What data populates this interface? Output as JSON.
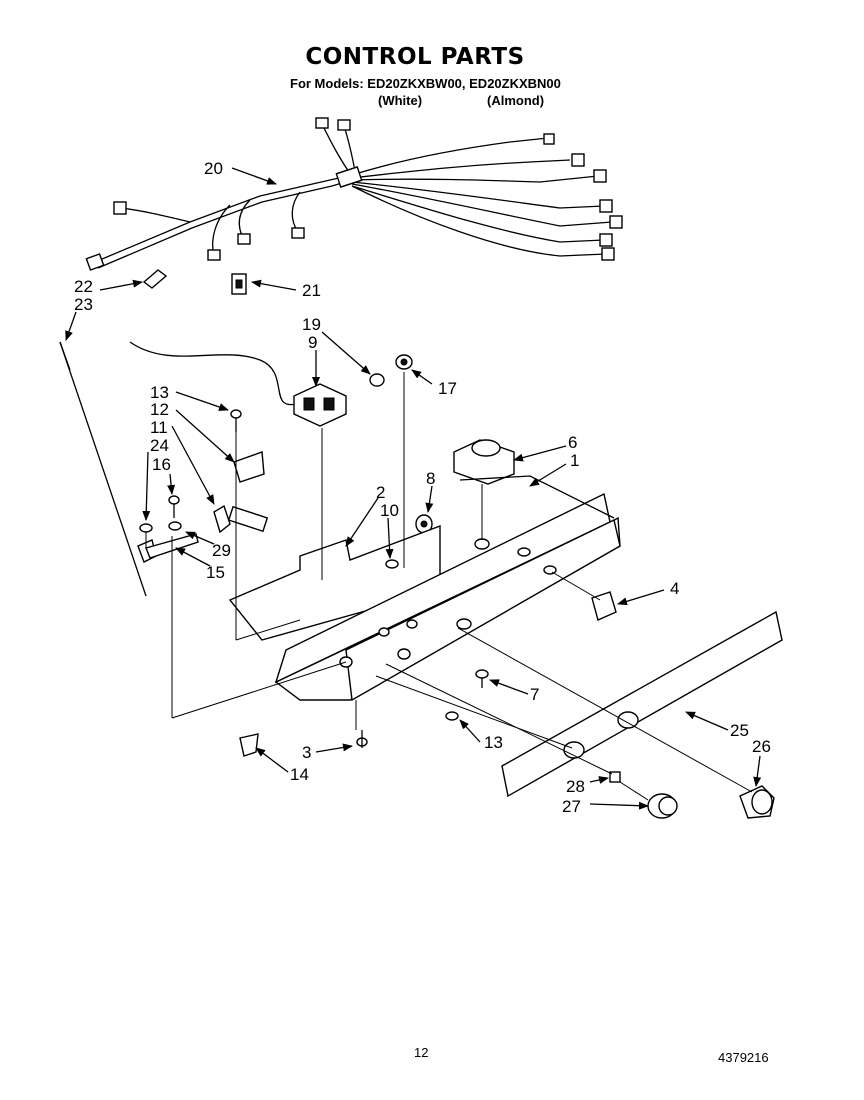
{
  "header": {
    "title": "CONTROL PARTS",
    "models_line": "For Models: ED20ZKXBW00, ED20ZKXBN00",
    "color_white": "(White)",
    "color_almond": "(Almond)"
  },
  "callouts": {
    "c20": "20",
    "c22": "22",
    "c23": "23",
    "c21": "21",
    "c19": "19",
    "c9": "9",
    "c17": "17",
    "c13a": "13",
    "c12": "12",
    "c11": "11",
    "c24": "24",
    "c16": "16",
    "c29": "29",
    "c15": "15",
    "c2": "2",
    "c10": "10",
    "c8": "8",
    "c6": "6",
    "c1": "1",
    "c4": "4",
    "c7": "7",
    "c25": "25",
    "c26": "26",
    "c13b": "13",
    "c3": "3",
    "c14": "14",
    "c28": "28",
    "c27": "27"
  },
  "footer": {
    "page_number": "12",
    "doc_number": "4379216"
  }
}
